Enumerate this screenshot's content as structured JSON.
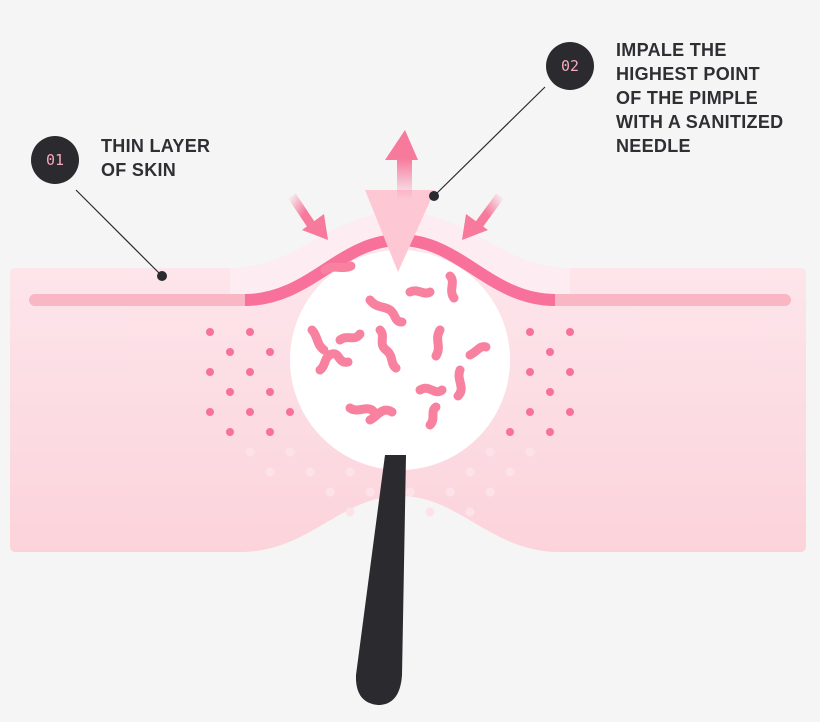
{
  "callouts": [
    {
      "number": "01",
      "lines": [
        "THIN LAYER",
        "OF SKIN"
      ]
    },
    {
      "number": "02",
      "lines": [
        "IMPALE THE",
        "HIGHEST POINT",
        "OF THE PIMPLE",
        "WITH A SANITIZED",
        "NEEDLE"
      ]
    }
  ],
  "colors": {
    "background": "#f5f5f5",
    "skin_top": "#fde9ee",
    "skin_bottom": "#fcd3db",
    "skin_line": "#f9b6c5",
    "skin_line_accent": "#f7719a",
    "arrow": "#f7799c",
    "needle": "#fdc8d3",
    "hair": "#2a2a2f",
    "bacteria": "#f7819f",
    "badge": "#2a2a2f"
  }
}
